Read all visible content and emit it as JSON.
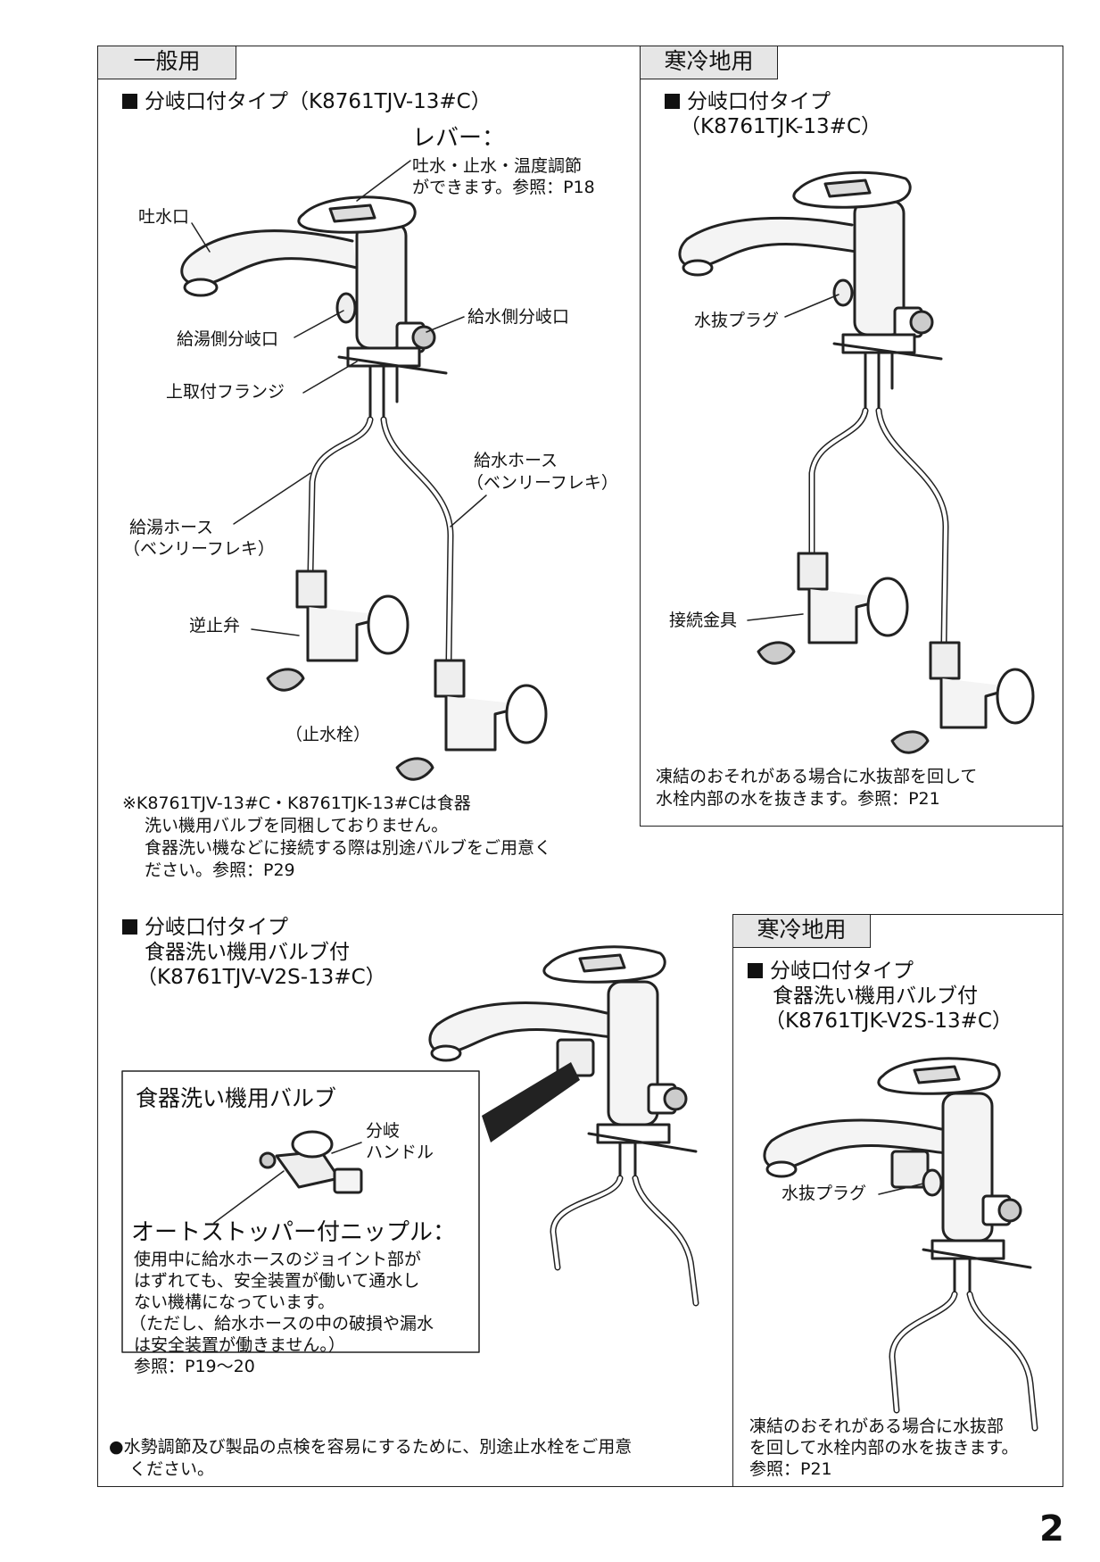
{
  "general": {
    "tag": "一般用",
    "heading": "分岐口付タイプ（K8761TJV-13#C）",
    "lever_title": "レバー：",
    "lever_desc_1": "吐水・止水・温度調節",
    "lever_desc_2": "ができます。参照：P18",
    "spout": "吐水口",
    "hot_branch": "給湯側分岐口",
    "cold_branch": "給水側分岐口",
    "flange": "上取付フランジ",
    "cold_hose_1": "給水ホース",
    "cold_hose_2": "（ベンリーフレキ）",
    "hot_hose_1": "給湯ホース",
    "hot_hose_2": "（ベンリーフレキ）",
    "check_valve": "逆止弁",
    "stop_valve": "（止水栓）",
    "note_1": "※K8761TJV-13#C・K8761TJK-13#Cは食器",
    "note_2": "洗い機用バルブを同梱しておりません。",
    "note_3": "食器洗い機などに接続する際は別途バルブをご用意く",
    "note_4": "ださい。参照：P29"
  },
  "cold_region": {
    "tag": "寒冷地用",
    "heading_1": "分岐口付タイプ",
    "heading_2": "（K8761TJK-13#C）",
    "drain_plug": "水抜プラグ",
    "fitting": "接続金具",
    "note_1": "凍結のおそれがある場合に水抜部を回して",
    "note_2": "水栓内部の水を抜きます。参照：P21"
  },
  "dishwasher_general": {
    "heading_1": "分岐口付タイプ",
    "heading_2": "食器洗い機用バルブ付",
    "heading_3": "（K8761TJV-V2S-13#C）",
    "box_title": "食器洗い機用バルブ",
    "handle_1": "分岐",
    "handle_2": "ハンドル",
    "nipple_title": "オートストッパー付ニップル：",
    "nipple_desc_1": "使用中に給水ホースのジョイント部が",
    "nipple_desc_2": "はずれても、安全装置が働いて通水し",
    "nipple_desc_3": "ない機構になっています。",
    "nipple_desc_4": "（ただし、給水ホースの中の破損や漏水",
    "nipple_desc_5": "は安全装置が働きません。）",
    "nipple_desc_6": "参照：P19～20"
  },
  "dishwasher_cold": {
    "tag": "寒冷地用",
    "heading_1": "分岐口付タイプ",
    "heading_2": "食器洗い機用バルブ付",
    "heading_3": "（K8761TJK-V2S-13#C）",
    "drain_plug": "水抜プラグ",
    "note_1": "凍結のおそれがある場合に水抜部",
    "note_2": "を回して水栓内部の水を抜きます。",
    "note_3": "参照：P21"
  },
  "footer_note_1": "●水勢調節及び製品の点検を容易にするために、別途止水栓をご用意",
  "footer_note_2": "ください。",
  "page_number": "2"
}
